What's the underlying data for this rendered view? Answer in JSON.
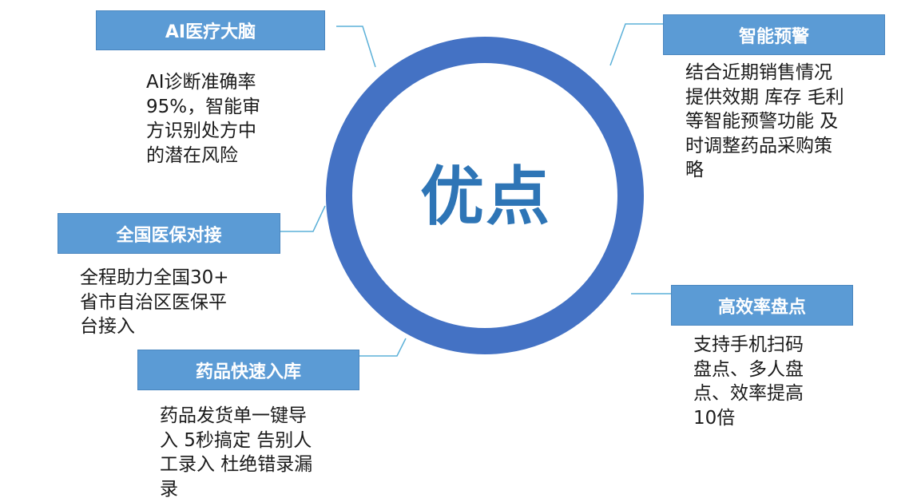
{
  "center": {
    "title": "优点"
  },
  "features": [
    {
      "title": "AI医疗大脑",
      "description": "AI诊断准确率\n95%，智能审\n方识别处方中\n的潜在风险"
    },
    {
      "title": "全国医保对接",
      "description": "全程助力全国30+\n省市自治区医保平\n台接入"
    },
    {
      "title": "药品快速入库",
      "description": "药品发货单一键导\n入 5秒搞定 告别人\n工录入 杜绝错录漏\n录"
    },
    {
      "title": "智能预警",
      "description": "结合近期销售情况\n提供效期 库存 毛利\n等智能预警功能 及\n时调整药品采购策\n略"
    },
    {
      "title": "高效率盘点",
      "description": "支持手机扫码\n盘点、多人盘\n点、效率提高\n10倍"
    }
  ],
  "colors": {
    "ring": "#4472C4",
    "box": "#5B9BD5",
    "title": "#2E75B6",
    "connector": "#5BB0D8"
  }
}
